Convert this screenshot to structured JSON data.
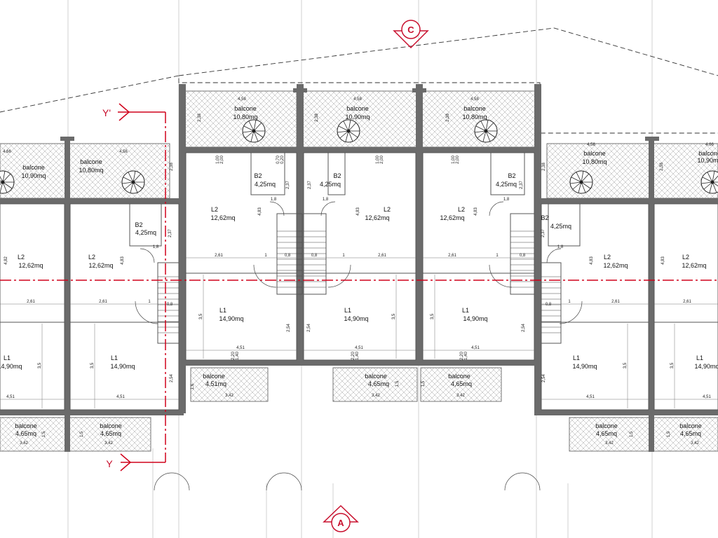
{
  "markers": {
    "top": "C",
    "bottom": "A"
  },
  "section_labels": {
    "top": "Y'",
    "bottom": "Y"
  },
  "room_names": {
    "balcony": "balcone",
    "living": "L2",
    "living1": "L1",
    "bath": "B2"
  },
  "areas": {
    "balc_1090": "10,90mq",
    "balc_1080": "10,80mq",
    "balc_465": "4,65mq",
    "balc_451": "4,51mq",
    "l2": "12,62mq",
    "l1": "14,90mq",
    "b2": "4,25mq"
  },
  "dims": {
    "d458": "4,58",
    "d456": "4,56",
    "d466": "4,66",
    "d238": "2,38",
    "d200": "2,00",
    "d100": "1,00",
    "d020": "0,20",
    "d070": "0,70",
    "d237": "2,37",
    "d18": "1,8",
    "d483": "4,83",
    "d482": "4,82",
    "d261": "2,61",
    "d1": "1",
    "d08": "0,8",
    "d35": "3,5",
    "d254": "2,54",
    "d451": "4,51",
    "d220": "2,20",
    "d140": "1,40",
    "d15": "1,5",
    "d342": "3,42",
    "d16": "1,6"
  },
  "colors": {
    "walls": "#6b6b6b",
    "section": "#d0021b",
    "hatch": "#9a9a9a",
    "thin": "#8a8a8a"
  }
}
